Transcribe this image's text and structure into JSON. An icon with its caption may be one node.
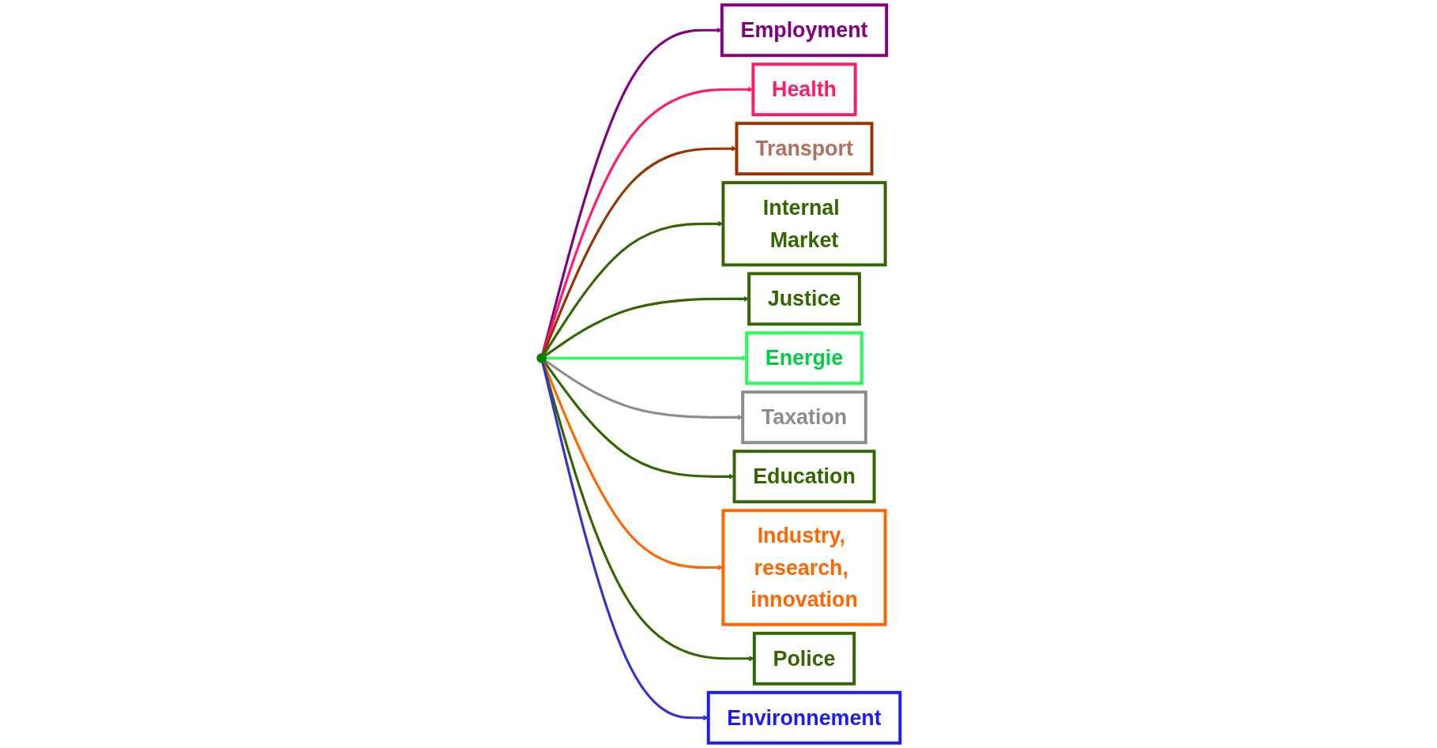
{
  "diagram": {
    "nodes": [
      {
        "text": [],
        "shape": "ellipse"
      },
      {
        "text": [
          "Employment"
        ]
      },
      {
        "text": [
          "Health"
        ]
      },
      {
        "text": [
          "Transport"
        ]
      },
      {
        "text": [
          "Internal Market"
        ]
      },
      {
        "text": [
          "Justice"
        ]
      },
      {
        "text": [
          "Energie"
        ]
      },
      {
        "text": [
          "Taxation"
        ]
      },
      {
        "text": [
          "Education"
        ]
      },
      {
        "text": [
          "Industry, research, innovation"
        ]
      },
      {
        "text": [
          "Police"
        ]
      },
      {
        "text": [
          "Environnement"
        ]
      }
    ],
    "edges": [
      {
        "from": 0,
        "to": 1,
        "arrow": "to",
        "color": "#800080"
      },
      {
        "from": 0,
        "to": 2,
        "arrow": "to",
        "color": "#ff1a6e"
      },
      {
        "from": 0,
        "to": 3,
        "arrow": "to",
        "color": "#993300"
      },
      {
        "from": 0,
        "to": 4,
        "arrow": "to"
      },
      {
        "from": 0,
        "to": 5,
        "arrow": "to"
      },
      {
        "from": 0,
        "to": 6,
        "arrow": "to",
        "color": "#22ff55"
      },
      {
        "from": 0,
        "to": 7,
        "arrow": "to",
        "color": "#8c8c8c"
      },
      {
        "from": 0,
        "to": 8,
        "arrow": "to"
      },
      {
        "from": 0,
        "to": 9,
        "arrow": "to",
        "color": "#ff6600"
      },
      {
        "from": 0,
        "to": 10,
        "arrow": "to"
      },
      {
        "from": 0,
        "to": 11,
        "arrow": "to",
        "color": "#3333cc"
      }
    ]
  }
}
